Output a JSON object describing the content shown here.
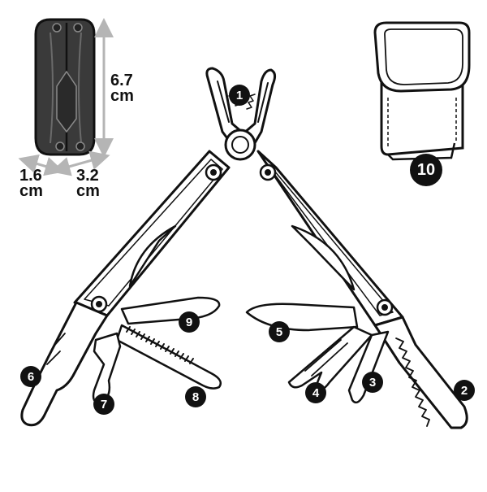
{
  "dimensions": {
    "height": {
      "value": "6.7",
      "unit": "cm"
    },
    "width": {
      "value": "1.6",
      "unit": "cm"
    },
    "depth": {
      "value": "3.2",
      "unit": "cm"
    }
  },
  "callouts": [
    "1",
    "2",
    "3",
    "4",
    "5",
    "6",
    "7",
    "8",
    "9",
    "10"
  ],
  "colors": {
    "ink": "#111111",
    "tool_body": "#ffffff",
    "closed_tool": "#3a3a3a",
    "arrow": "#b5b5b5",
    "badge_text": "#ffffff"
  }
}
